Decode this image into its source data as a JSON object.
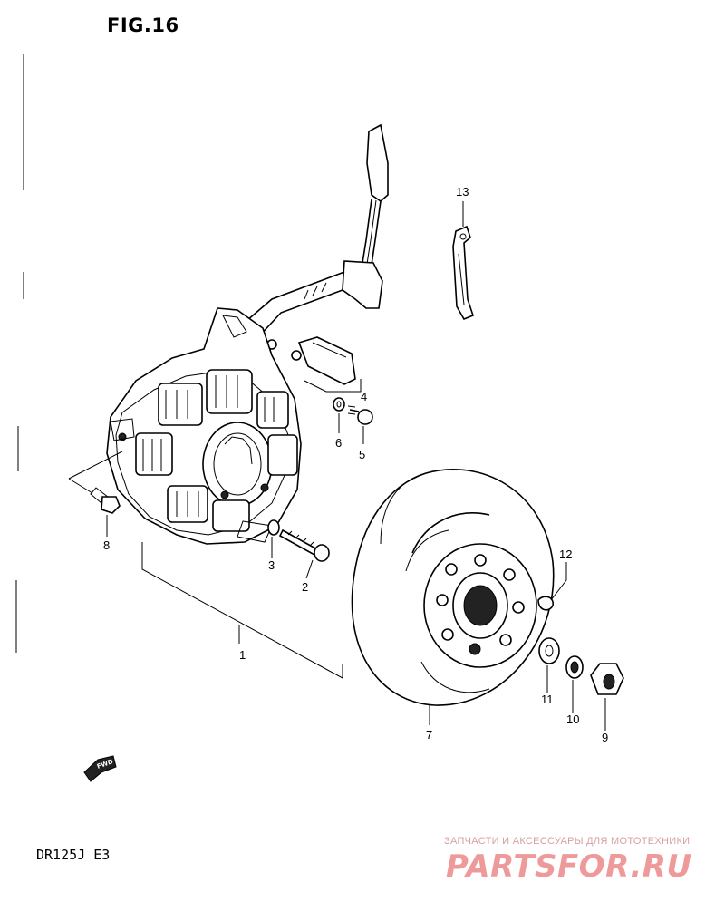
{
  "figure_title": "FIG.16",
  "model_code": "DR125J  E3",
  "fwd_symbol_text": "FWD",
  "watermark": {
    "tagline": "ЗАПЧАСТИ И АКСЕССУАРЫ ДЛЯ МОТОТЕХНИКИ",
    "logo": "PARTSFOR.RU",
    "color": "#ef9a9a"
  },
  "callouts": [
    "1",
    "2",
    "3",
    "4",
    "5",
    "6",
    "7",
    "8",
    "9",
    "10",
    "11",
    "12",
    "13"
  ]
}
